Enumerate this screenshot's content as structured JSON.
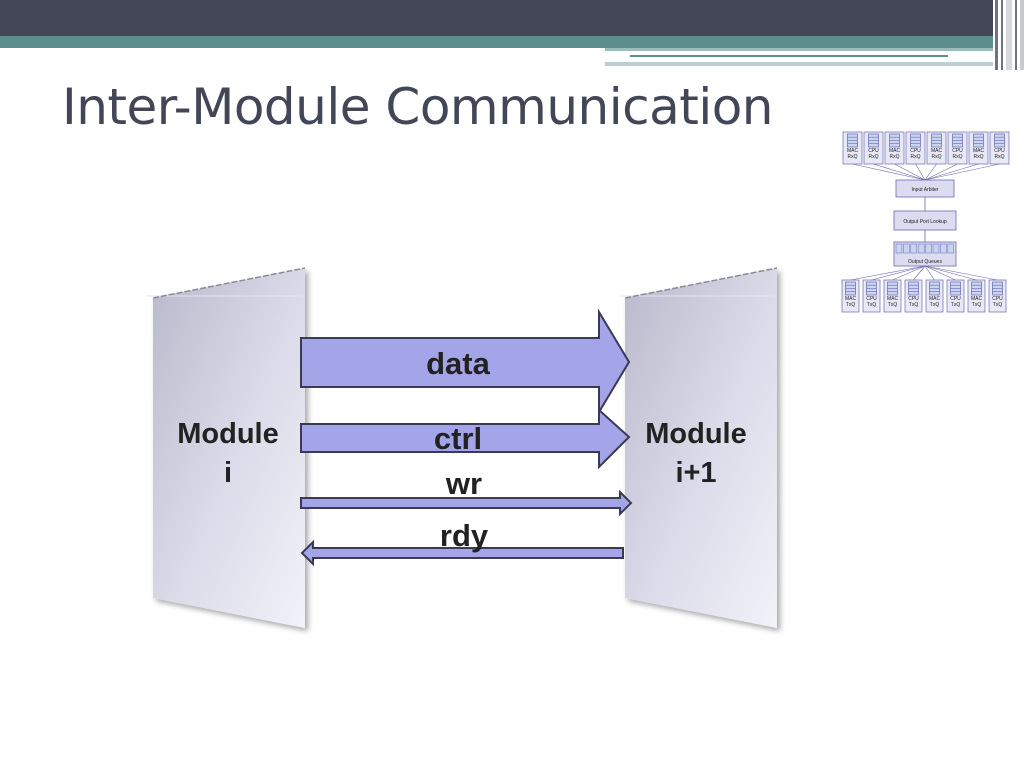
{
  "slide": {
    "title": "Inter-Module Communication"
  },
  "colors": {
    "header_dark": "#434656",
    "header_teal": "#5b8e8d",
    "arrow_fill": "#a4a4e8",
    "panel_fill": "#c8c8dc"
  },
  "diagram": {
    "module_left": [
      "Module",
      "i"
    ],
    "module_right": [
      "Module",
      "i+1"
    ],
    "signals": {
      "data": "data",
      "ctrl": "ctrl",
      "wr": "wr",
      "rdy": "rdy"
    }
  },
  "thumbnail": {
    "rx_queues": [
      "MAC RxQ",
      "CPU RxQ",
      "MAC RxQ",
      "CPU RxQ",
      "MAC RxQ",
      "CPU RxQ",
      "MAC RxQ",
      "CPU RxQ"
    ],
    "input_arbiter": "Input Arbiter",
    "output_port_lookup": "Output Port Lookup",
    "output_queues": "Output Queues",
    "tx_queues": [
      "MAC TxQ",
      "CPU TxQ",
      "MAC TxQ",
      "CPU TxQ",
      "MAC TxQ",
      "CPU TxQ",
      "MAC TxQ",
      "CPU TxQ"
    ]
  }
}
